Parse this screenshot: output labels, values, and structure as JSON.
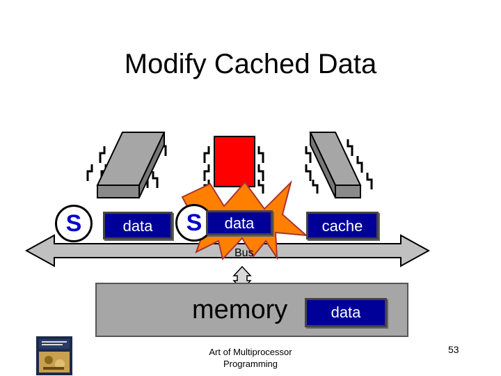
{
  "slide": {
    "title": "Modify Cached Data",
    "footer": "Art of Multiprocessor Programming",
    "page_number": "53"
  },
  "processors": [
    {
      "state": "S",
      "cache_value": "data",
      "color": "#a6a6a6"
    },
    {
      "state": "S",
      "cache_value": "data",
      "color": "#ff0000"
    },
    {
      "state": "",
      "cache_value": "cache",
      "color": "#a6a6a6"
    }
  ],
  "bus": {
    "label": "Bus"
  },
  "memory": {
    "label": "memory",
    "value": "data"
  },
  "colors": {
    "cache_box": "#000099",
    "state_letter": "#0000cc",
    "highlight": "#ff8000",
    "bus": "#c0c0c0",
    "memory": "#a6a6a6"
  }
}
